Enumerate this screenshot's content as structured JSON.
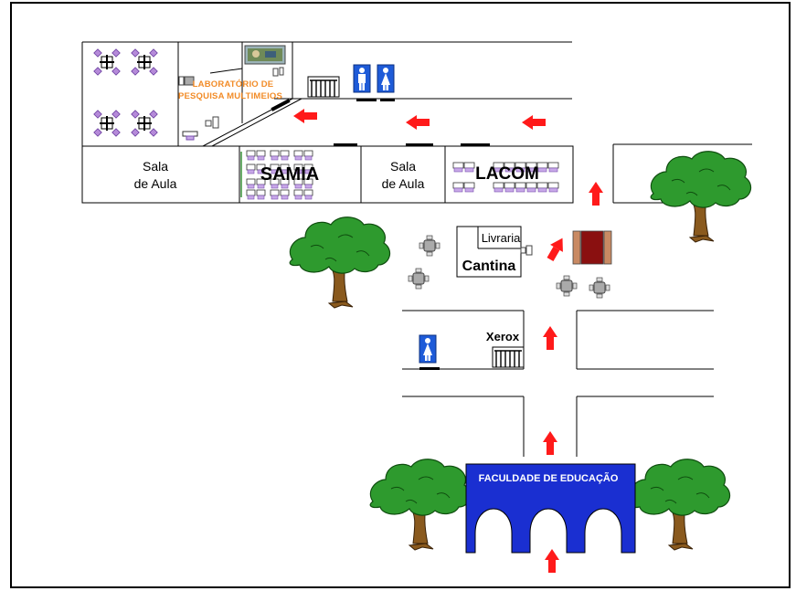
{
  "map": {
    "labels": {
      "sala_aula_1": [
        "Sala",
        "de Aula"
      ],
      "samia": "SAMIA",
      "sala_aula_2": [
        "Sala",
        "de Aula"
      ],
      "lacom": "LACOM",
      "laboratorio": [
        "LABORATÓRIO DE",
        "PESQUISA MULTIMEIOS"
      ],
      "livraria": "Livraria",
      "cantina": "Cantina",
      "xerox": "Xerox",
      "faculdade": "FACULDADE DE EDUCAÇÃO"
    },
    "colors": {
      "arrow": "#ff1a1a",
      "building": "#1a2fd1",
      "lab_text": "#f28c28",
      "tree_leaves": "#2e9a2e",
      "trunk": "#8a5a1e",
      "chair": "#b58ad9",
      "restroom_sign": "#1e5bd8",
      "door": "#000000"
    },
    "icons": [
      "restroom-male-icon",
      "restroom-female-icon",
      "restroom-female-icon",
      "stairs-icon",
      "tree-icon",
      "table-icon",
      "arrow-icon",
      "computer-icon"
    ]
  }
}
